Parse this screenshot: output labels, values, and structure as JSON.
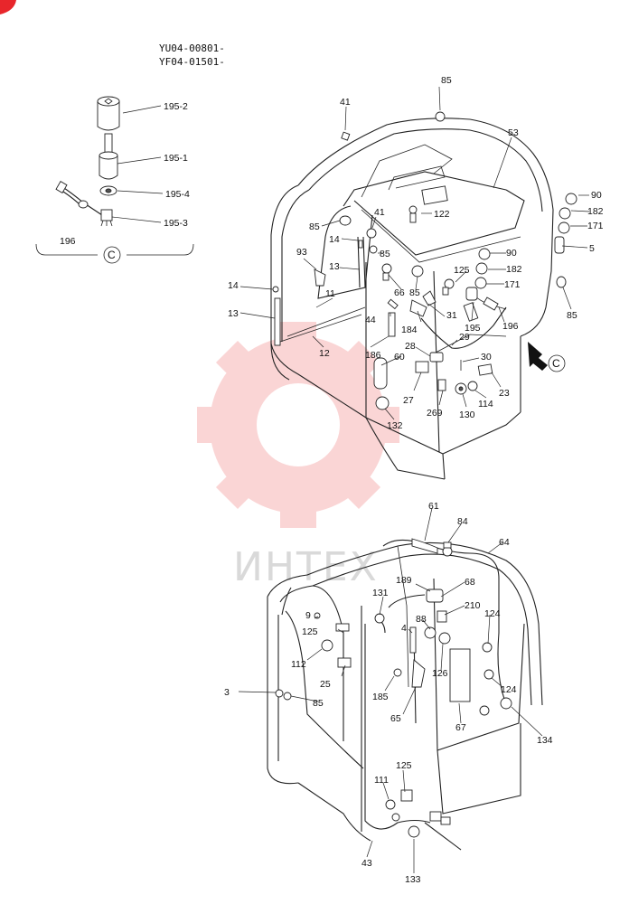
{
  "header": {
    "serial_line1": "YU04-00801-",
    "serial_line2": "YF04-01501-"
  },
  "watermark": {
    "text": "ИНТЕХ",
    "color": "#f7b4b4"
  },
  "corner_mark_color": "#e8262b",
  "detail_view": {
    "label": "C"
  },
  "view_arrow": {
    "label": "C"
  },
  "callouts": {
    "c195_2": "195-2",
    "c195_1": "195-1",
    "c195_4": "195-4",
    "c195_3": "195-3",
    "c196a": "196",
    "c85a": "85",
    "c41a": "41",
    "c53": "53",
    "c41b": "41",
    "c122": "122",
    "c85b": "85",
    "c14a": "14",
    "c85c": "85",
    "c93": "93",
    "c13a": "13",
    "c66": "66",
    "c85d": "85",
    "c14b": "14",
    "c11": "11",
    "c13b": "13",
    "c44": "44",
    "c184": "184",
    "c31": "31",
    "c12": "12",
    "c186": "186",
    "c60": "60",
    "c28": "28",
    "c29": "29",
    "c30": "30",
    "c27": "27",
    "c269": "269",
    "c132": "132",
    "c130": "130",
    "c114": "114",
    "c23": "23",
    "c90a": "90",
    "c182a": "182",
    "c171a": "171",
    "c5": "5",
    "c90b": "90",
    "c125a": "125",
    "c182b": "182",
    "c171b": "171",
    "c195": "195",
    "c196b": "196",
    "c85e": "85",
    "c61": "61",
    "c84": "84",
    "c64": "64",
    "c189": "189",
    "c68": "68",
    "c131": "131",
    "c210": "210",
    "c9": "9",
    "c4": "4",
    "c88": "88",
    "c124a": "124",
    "c125b": "125",
    "c112": "112",
    "c126": "126",
    "c25": "25",
    "c3": "3",
    "c85f": "85",
    "c185": "185",
    "c124b": "124",
    "c65": "65",
    "c67": "67",
    "c134": "134",
    "c125c": "125",
    "c111": "111",
    "c43": "43",
    "c133": "133"
  }
}
